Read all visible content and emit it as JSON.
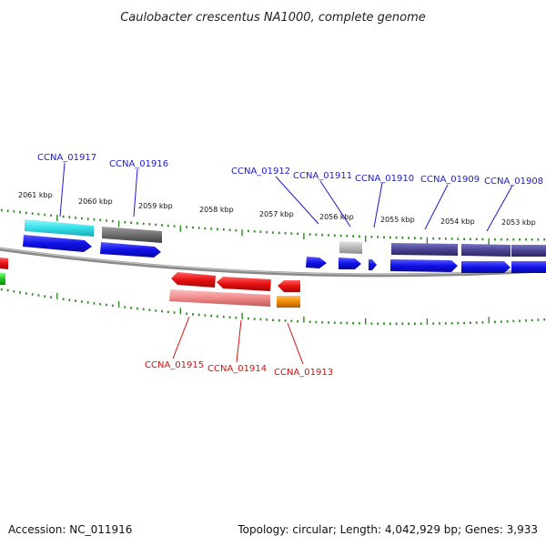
{
  "title": "Caulobacter crescentus NA1000, complete genome",
  "footer": {
    "accession": "Accession: NC_011916",
    "summary": "Topology: circular; Length: 4,042,929 bp; Genes: 3,933"
  },
  "scale_labels": [
    "2061 kbp",
    "2060 kbp",
    "2059 kbp",
    "2058 kbp",
    "2057 kbp",
    "2056 kbp",
    "2055 kbp",
    "2054 kbp",
    "2053 kbp"
  ],
  "genes": [
    {
      "id": "CCNA_01917",
      "strand": "forward"
    },
    {
      "id": "CCNA_01916",
      "strand": "forward"
    },
    {
      "id": "CCNA_01912",
      "strand": "forward"
    },
    {
      "id": "CCNA_01911",
      "strand": "forward"
    },
    {
      "id": "CCNA_01910",
      "strand": "forward"
    },
    {
      "id": "CCNA_01909",
      "strand": "forward"
    },
    {
      "id": "CCNA_01908",
      "strand": "forward"
    },
    {
      "id": "CCNA_01915",
      "strand": "reverse"
    },
    {
      "id": "CCNA_01914",
      "strand": "reverse"
    },
    {
      "id": "CCNA_01913",
      "strand": "reverse"
    }
  ],
  "colors": {
    "forward_label": "#1a1ad6",
    "reverse_label": "#d41010",
    "cds_blue": "#1010e8",
    "cds_red": "#e81010",
    "tick_green": "#2e8b22",
    "backbone": "#8a8a8a",
    "cyan": "#35e0e8",
    "dark_gray": "#6e6e6e",
    "light_gray": "#b8b8b8",
    "purple": "#4a4494",
    "pink": "#f08a8a",
    "orange": "#f08c00",
    "green": "#22c422"
  }
}
